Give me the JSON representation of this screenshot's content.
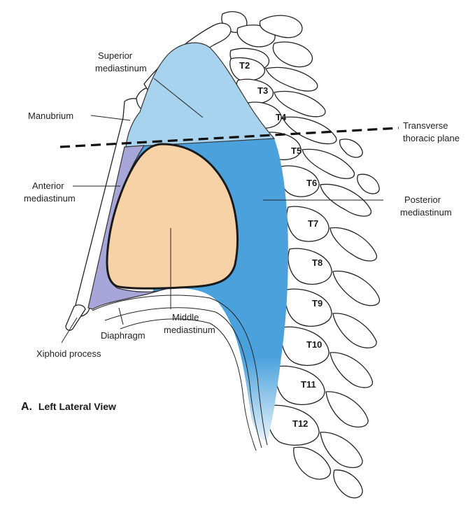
{
  "labels": {
    "superior": [
      "Superior",
      "mediastinum"
    ],
    "manubrium": "Manubrium",
    "transverse": [
      "Transverse",
      "thoracic plane"
    ],
    "anterior": [
      "Anterior",
      "mediastinum"
    ],
    "posterior": [
      "Posterior",
      "mediastinum"
    ],
    "middle": [
      "Middle",
      "mediastinum"
    ],
    "diaphragm": "Diaphragm",
    "xiphoid": "Xiphoid process"
  },
  "vertebrae": [
    "T2",
    "T3",
    "T4",
    "T5",
    "T6",
    "T7",
    "T8",
    "T9",
    "T10",
    "T11",
    "T12"
  ],
  "view": {
    "letter": "A.",
    "title": "Left Lateral View"
  },
  "colors": {
    "superior_region": "#a8d3ee",
    "posterior_region": "#4aa1dc",
    "middle_region": "#f7d2a6",
    "anterior_region": "#a8a6d8"
  }
}
